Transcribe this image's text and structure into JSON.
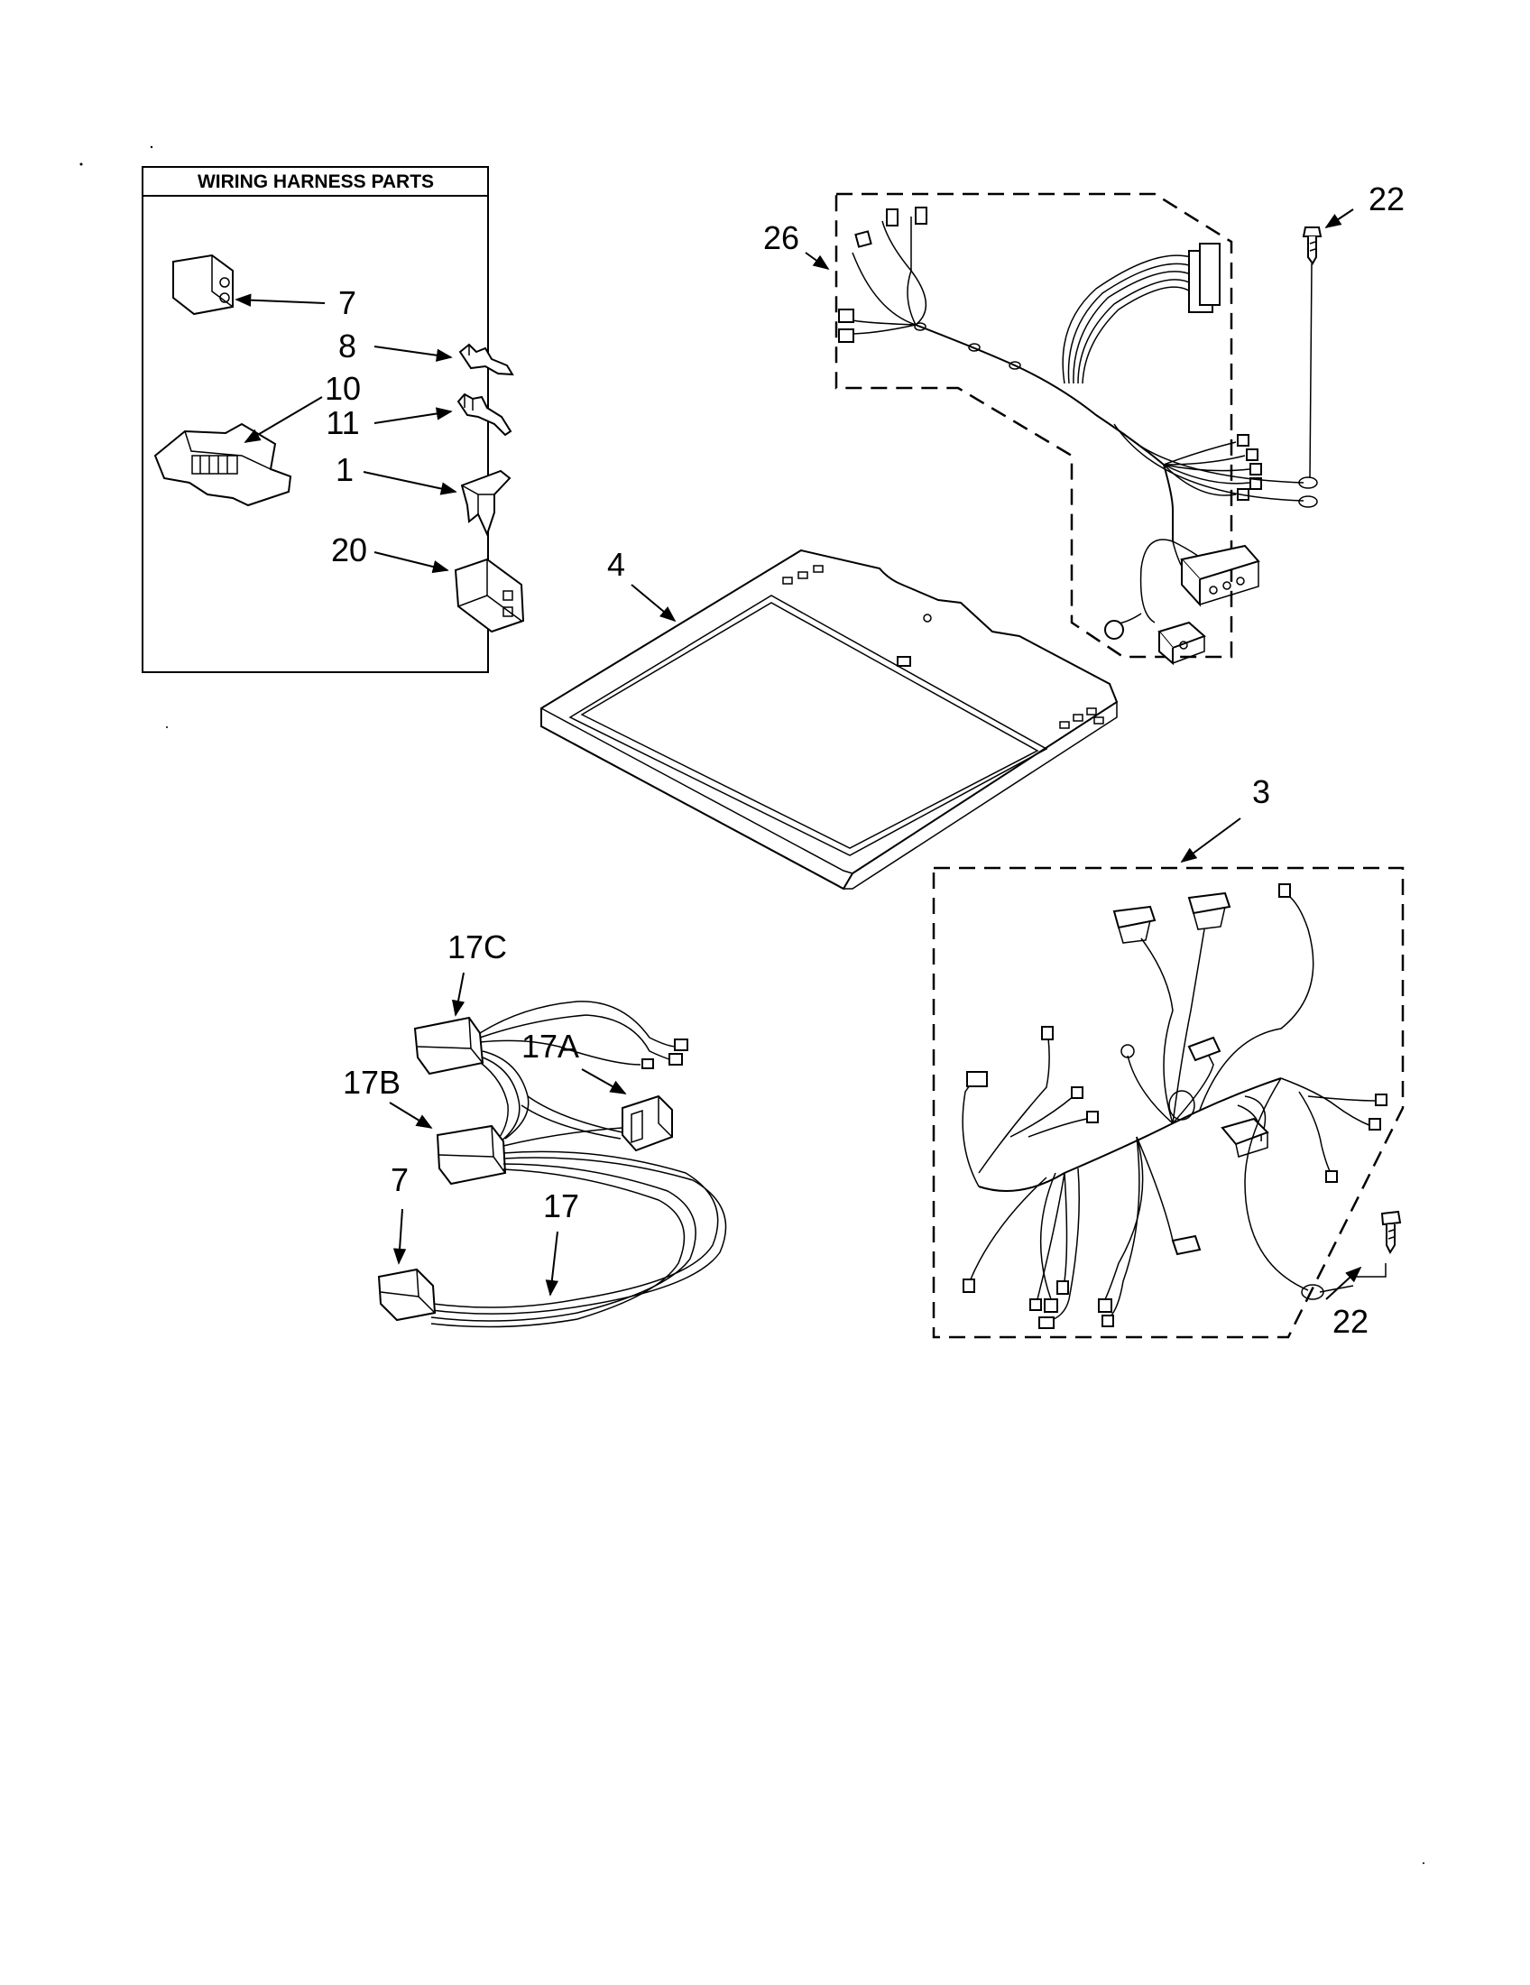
{
  "inset": {
    "title": "WIRING HARNESS PARTS"
  },
  "callouts": {
    "c7_inset": "7",
    "c8": "8",
    "c10": "10",
    "c11": "11",
    "c1": "1",
    "c20": "20",
    "c26": "26",
    "c22_top": "22",
    "c4": "4",
    "c3": "3",
    "c22_bottom": "22",
    "c17C": "17C",
    "c17A": "17A",
    "c17B": "17B",
    "c7_harness": "7",
    "c17": "17"
  },
  "colors": {
    "ink": "#000000",
    "paper": "#ffffff"
  }
}
